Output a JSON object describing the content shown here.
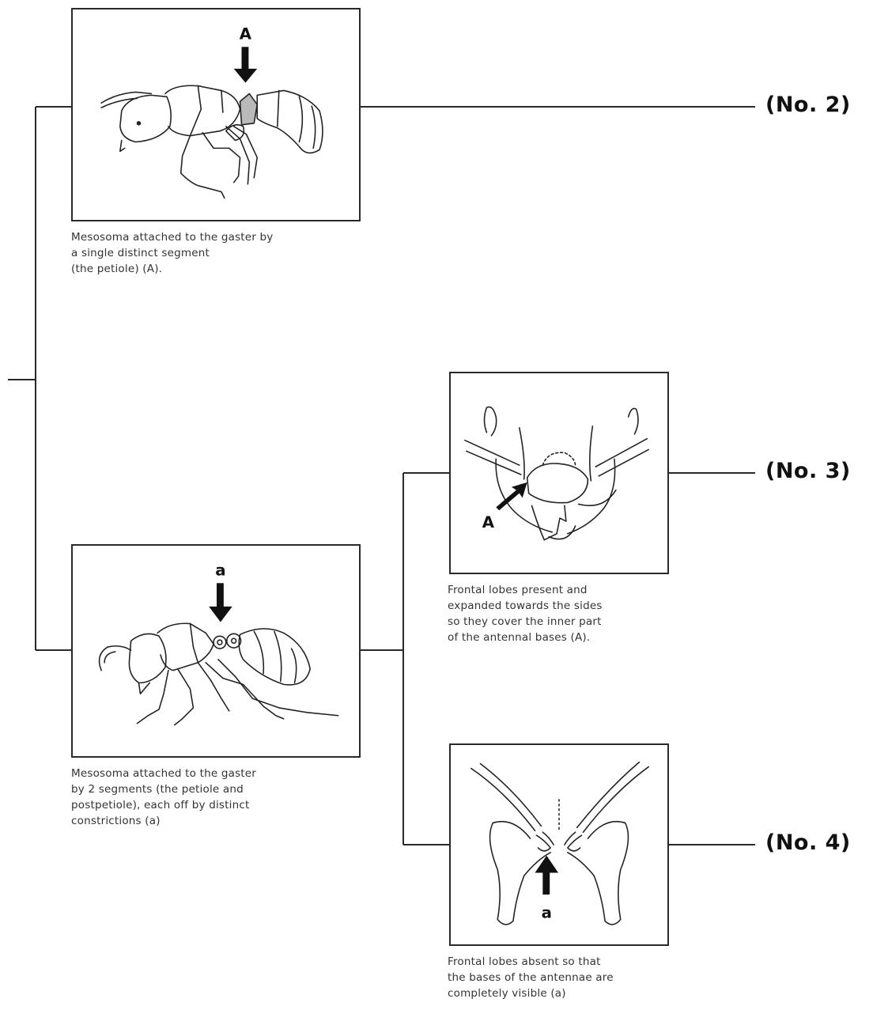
{
  "couplet_1": {
    "option_a": {
      "pointer_label": "A",
      "caption_lines": [
        "Mesosoma attached to the gaster by",
        "a single distinct segment",
        "(the petiole) (A)."
      ],
      "result": "(No. 2)"
    },
    "option_b": {
      "pointer_label": "a",
      "caption_lines": [
        "Mesosoma attached to the gaster",
        "by 2 segments (the petiole and",
        "postpetiole), each off by distinct",
        "constrictions (a)"
      ]
    }
  },
  "couplet_2": {
    "option_a": {
      "pointer_label": "A",
      "caption_lines": [
        "Frontal lobes present and",
        "expanded towards the sides",
        "so they cover the inner part",
        "of the antennal bases (A)."
      ],
      "result": "(No. 3)"
    },
    "option_b": {
      "pointer_label": "a",
      "caption_lines": [
        "Frontal lobes absent so that",
        "the bases of the antennae are",
        "completely visible (a)"
      ],
      "result": "(No. 4)"
    }
  },
  "colors": {
    "line": "#2a2a2a",
    "petiole_highlight": "#b9b9b9"
  },
  "icons": [
    "ant-single-petiole-drawing",
    "ant-two-segment-waist-drawing",
    "head-frontal-lobes-present-drawing",
    "head-frontal-lobes-absent-drawing",
    "down-arrow-icon",
    "diagonal-arrow-icon",
    "up-arrow-icon"
  ]
}
